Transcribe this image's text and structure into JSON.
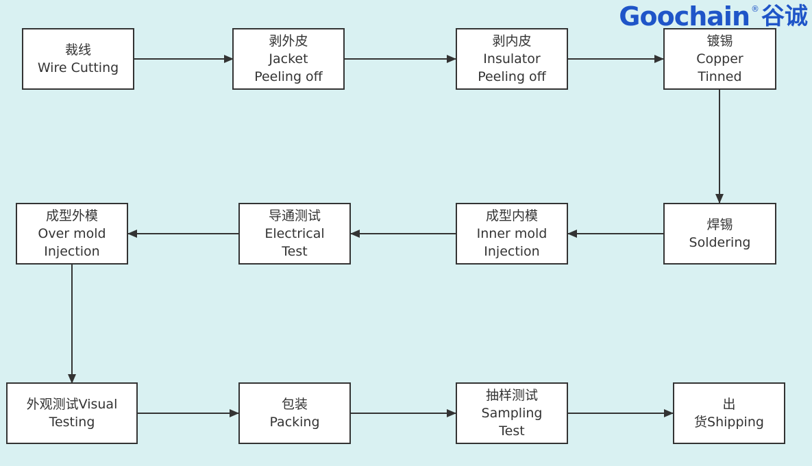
{
  "logo": {
    "en": "Goochain",
    "reg": "®",
    "zh": "谷诚"
  },
  "steps": {
    "s1": {
      "zh": "裁线",
      "en": "Wire Cutting"
    },
    "s2": {
      "zh": "剥外皮",
      "en1": "Jacket",
      "en2": "Peeling off"
    },
    "s3": {
      "zh": "剥内皮",
      "en1": "Insulator",
      "en2": "Peeling off"
    },
    "s4": {
      "zh": "镀锡",
      "en1": "Copper",
      "en2": "Tinned"
    },
    "s5": {
      "zh": "焊锡",
      "en": "Soldering"
    },
    "s6": {
      "zh": "成型内模",
      "en1": "Inner mold",
      "en2": "Injection"
    },
    "s7": {
      "zh": "导通测试",
      "en1": "Electrical",
      "en2": "Test"
    },
    "s8": {
      "zh": "成型外模",
      "en1": "Over mold",
      "en2": "Injection"
    },
    "s9": {
      "l1": "外观测试Visual",
      "l2": "Testing"
    },
    "s10": {
      "zh": "包装",
      "en": "Packing"
    },
    "s11": {
      "zh": "抽样测试",
      "en1": "Sampling",
      "en2": "Test"
    },
    "s12": {
      "l1": "出",
      "l2": "货Shipping"
    }
  },
  "colors": {
    "background": "#d9f1f2",
    "box": "#ffffff",
    "stroke": "#333333",
    "logo": "#1f55c8"
  }
}
